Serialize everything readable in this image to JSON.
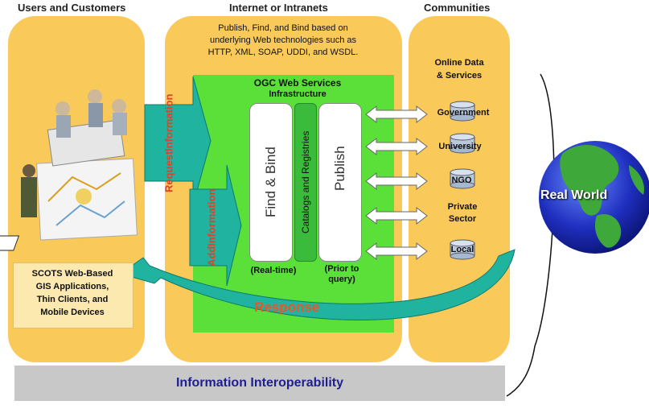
{
  "columns": {
    "left": "Users and Customers",
    "middle": "Internet or Intranets",
    "right": "Communities"
  },
  "middle_intro": [
    "Publish, Find, and Bind based on",
    "underlying Web technologies such as",
    "HTTP, XML, SOAP, UDDI, and WSDL."
  ],
  "ogc": {
    "title_line1": "OGC Web Services",
    "title_line2": "Infrastructure",
    "find_bind": "Find & Bind",
    "catalogs": "Catalogs and Registries",
    "publish": "Publish",
    "realtime": "(Real-time)",
    "prior": [
      "(Prior to",
      "query)"
    ],
    "response": "Response"
  },
  "arrows": {
    "request": [
      "Request",
      "Information"
    ],
    "add": [
      "Add",
      "Information"
    ]
  },
  "scots": [
    "SCOTS Web-Based",
    "GIS Applications,",
    "Thin Clients, and",
    "Mobile Devices"
  ],
  "communities": {
    "heading": [
      "Online Data",
      "& Services"
    ],
    "items": [
      "Government",
      "University",
      "NGO",
      "Private Sector",
      "Local"
    ]
  },
  "globe": "Real World",
  "footer": "Information Interoperability",
  "colors": {
    "panel": "#f9c95a",
    "ogc_green": "#5be03a",
    "teal": "#1fb3a0",
    "response": "#e8572a",
    "arrow_text": "#d9442a",
    "footer_bg": "#c8c8c8",
    "footer_text": "#1f1f8f"
  }
}
